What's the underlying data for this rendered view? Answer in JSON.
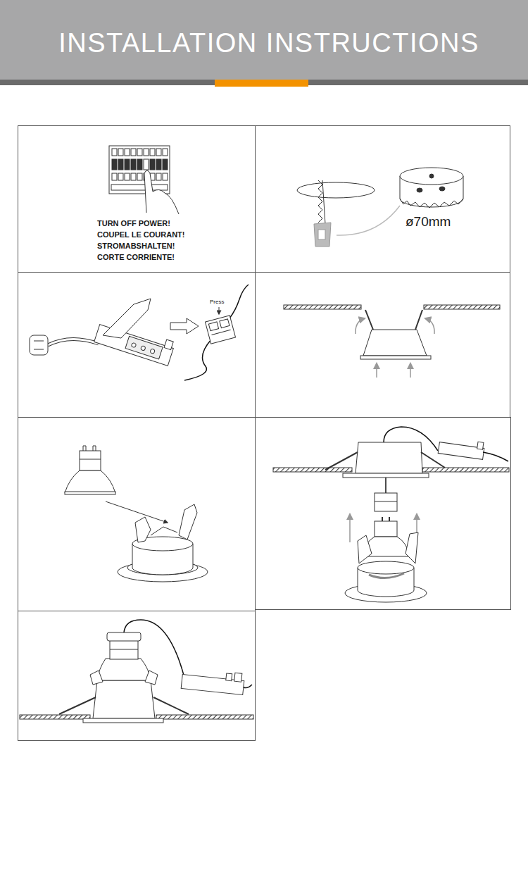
{
  "diagram": {
    "title": "INSTALLATION INSTRUCTIONS",
    "labels": [
      "TURN OFF POWER!",
      "COUPEL LE COURANT!",
      "STROMABSHALTEN!",
      "CORTE CORRIENTE!",
      "ø70mm",
      "Press"
    ]
  }
}
